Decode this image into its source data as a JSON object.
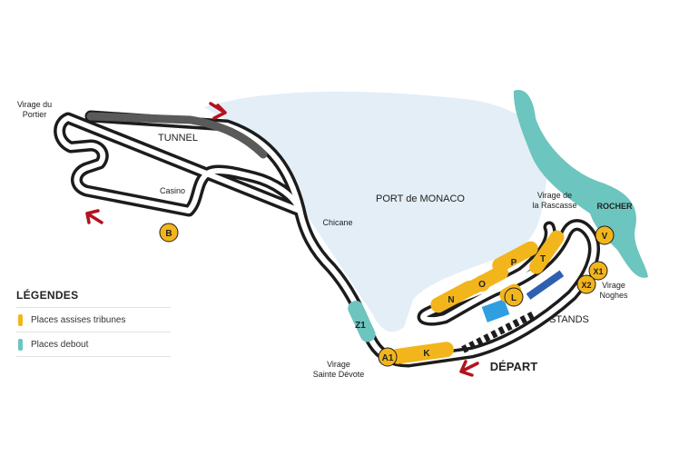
{
  "labels": {
    "portier": [
      "Virage du",
      "Portier"
    ],
    "tunnel": "TUNNEL",
    "casino": "Casino",
    "chicane": "Chicane",
    "port": "PORT de MONACO",
    "rascasse": [
      "Virage de",
      "la Rascasse"
    ],
    "rocher": "ROCHER",
    "noghes": [
      "Virage",
      "Noghes"
    ],
    "stands": "STANDS",
    "depart": "DÉPART",
    "sainte_devote": [
      "Virage",
      "Sainte Dévote"
    ]
  },
  "stands": {
    "B": "B",
    "Z1": "Z1",
    "A1": "A1",
    "K": "K",
    "N": "N",
    "O": "O",
    "P": "P",
    "T": "T",
    "L": "L",
    "V": "V",
    "X1": "X1",
    "X2": "X2"
  },
  "legend": {
    "title": "LÉGENDES",
    "items": [
      {
        "label": "Places assises tribunes",
        "color": "#f2b51c"
      },
      {
        "label": "Places debout",
        "color": "#6cc5be"
      }
    ]
  },
  "colors": {
    "water": "#e3eef6",
    "track_outer": "#1c1c1c",
    "track_inner": "#ffffff",
    "tunnel": "#5a5a5a",
    "grandstand": "#f2b51c",
    "standing": "#6cc5be",
    "arrow": "#b3121e",
    "pit_blue": "#2f9fe0"
  },
  "icons": {
    "direction_arrow": "red-direction-arrow-icon"
  }
}
